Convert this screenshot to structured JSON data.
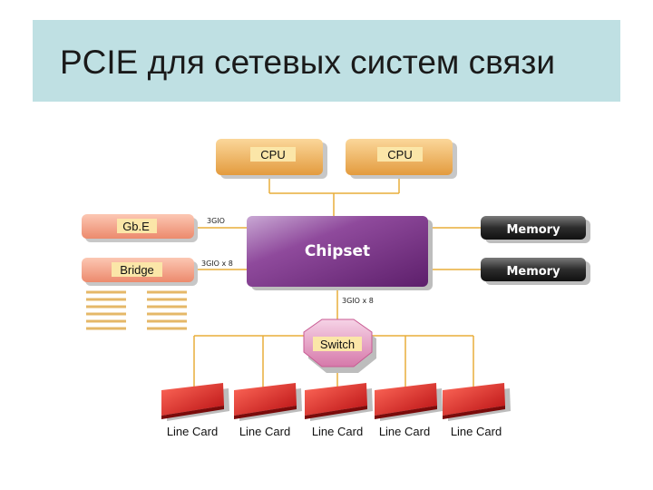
{
  "slide": {
    "title": "PCIE для сетевых систем связи"
  },
  "diagram": {
    "cpu_left": "CPU",
    "cpu_right": "CPU",
    "gbe": "Gb.E",
    "bridge": "Bridge",
    "chipset": "Chipset",
    "memory_top": "Memory",
    "memory_bottom": "Memory",
    "switch": "Switch",
    "link_gbe": "3GIO",
    "link_bridge": "3GIO x 8",
    "link_switch": "3GIO x 8",
    "line_cards": [
      "Line Card",
      "Line Card",
      "Line Card",
      "Line Card",
      "Line Card"
    ],
    "colors": {
      "cpu": "#f2b25a",
      "io_card": "#f39a7f",
      "chipset": "#8a3e94",
      "memory": "#2c2c2c",
      "switch": "#e9a6c8",
      "line_card": "#d72222",
      "slot": "#e9c887",
      "connector": "#ffb530"
    }
  }
}
